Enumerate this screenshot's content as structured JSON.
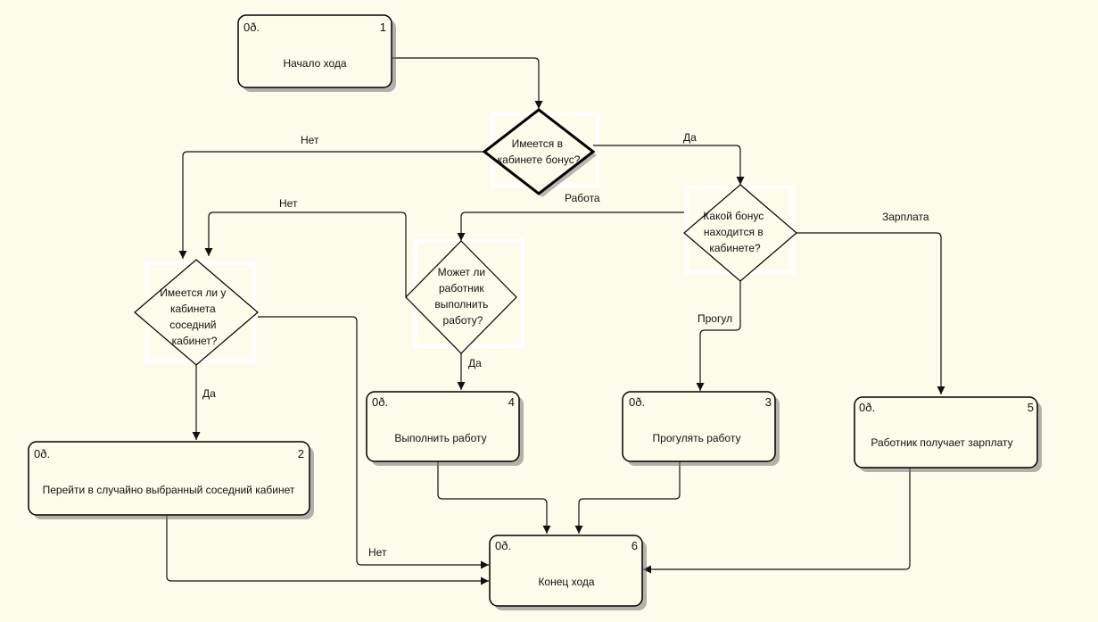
{
  "boxes": [
    {
      "tag": "0ð.",
      "num": "1",
      "text": "Начало хода"
    },
    {
      "tag": "0ð.",
      "num": "2",
      "text": "Перейти в случайно выбранный соседний кабинет"
    },
    {
      "tag": "0ð.",
      "num": "3",
      "text": "Прогулять работу"
    },
    {
      "tag": "0ð.",
      "num": "4",
      "text": "Выполнить работу"
    },
    {
      "tag": "0ð.",
      "num": "5",
      "text": "Работник получает зарплату"
    },
    {
      "tag": "0ð.",
      "num": "6",
      "text": "Конец хода"
    }
  ],
  "decisions": [
    {
      "lines": [
        "Имеется в",
        "кабинете бонус?"
      ]
    },
    {
      "lines": [
        "Какой бонус",
        "находится в",
        "кабинете?"
      ]
    },
    {
      "lines": [
        "Может ли",
        "работник",
        "выполнить",
        "работу?"
      ]
    },
    {
      "lines": [
        "Имеется ли у",
        "кабинета",
        "соседний",
        "кабинет?"
      ]
    }
  ],
  "edge_labels": {
    "no_top": "Нет",
    "yes_top": "Да",
    "work": "Работа",
    "salary": "Зарплата",
    "no_mid": "Нет",
    "skip": "Прогул",
    "yes_work": "Да",
    "yes_neighbor": "Да",
    "no_bottom": "Нет"
  }
}
